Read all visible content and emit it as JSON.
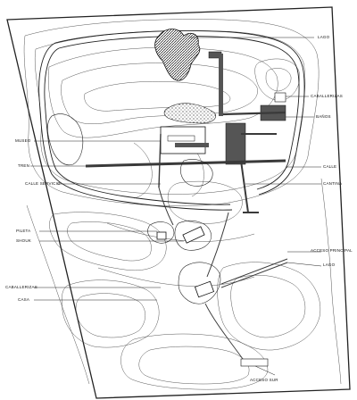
{
  "plan": {
    "labels": {
      "lago_north": "LAGO",
      "caballerizas_east": "CABALLERIZAS",
      "banos": "BAÑOS",
      "museo": "MUSEO",
      "tren": "TREN",
      "calle": "CALLE",
      "calle_servicio": "CALLE SERVICIO",
      "cantina": "CANTINA",
      "pileta": "PILETA",
      "shouk": "SHOUK",
      "acceso_principal": "ACCESO PRINCIPAL",
      "lago_south": "LAGO",
      "caballerizas_west": "CABALLERIZAS",
      "casa": "CASA",
      "acceso_sur": "ACCESO SUR"
    },
    "colors": {
      "line": "#222222",
      "building_fill": "#555555",
      "road": "#3a3a3a"
    }
  }
}
